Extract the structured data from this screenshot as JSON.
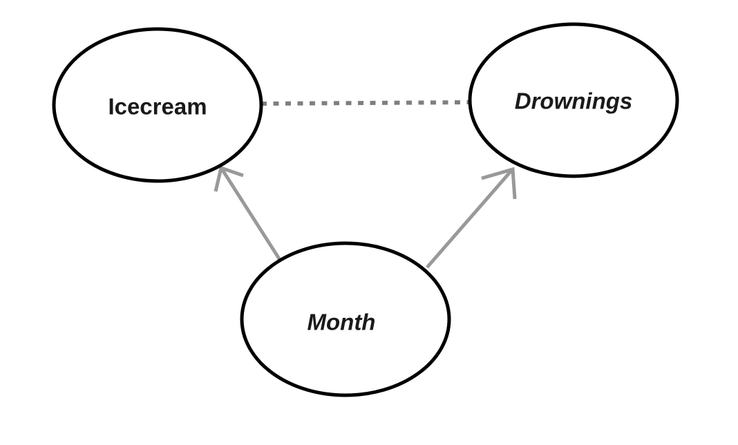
{
  "diagram": {
    "type": "causal-diagram",
    "background_color": "#ffffff",
    "node_stroke_color": "#000000",
    "node_fill_color": "#ffffff",
    "dashed_edge_color": "#7f7f7f",
    "arrow_color": "#999999",
    "nodes": [
      {
        "id": "icecream",
        "label": "Icecream",
        "shape": "ellipse",
        "text_style": "bold"
      },
      {
        "id": "drownings",
        "label": "Drownings",
        "shape": "ellipse",
        "text_style": "bold-italic"
      },
      {
        "id": "month",
        "label": "Month",
        "shape": "ellipse",
        "text_style": "bold-italic"
      }
    ],
    "edges": [
      {
        "from": "icecream",
        "to": "drownings",
        "style": "dashed",
        "directed": false
      },
      {
        "from": "month",
        "to": "icecream",
        "style": "solid-arrow",
        "directed": true
      },
      {
        "from": "month",
        "to": "drownings",
        "style": "solid-arrow",
        "directed": true
      }
    ]
  }
}
